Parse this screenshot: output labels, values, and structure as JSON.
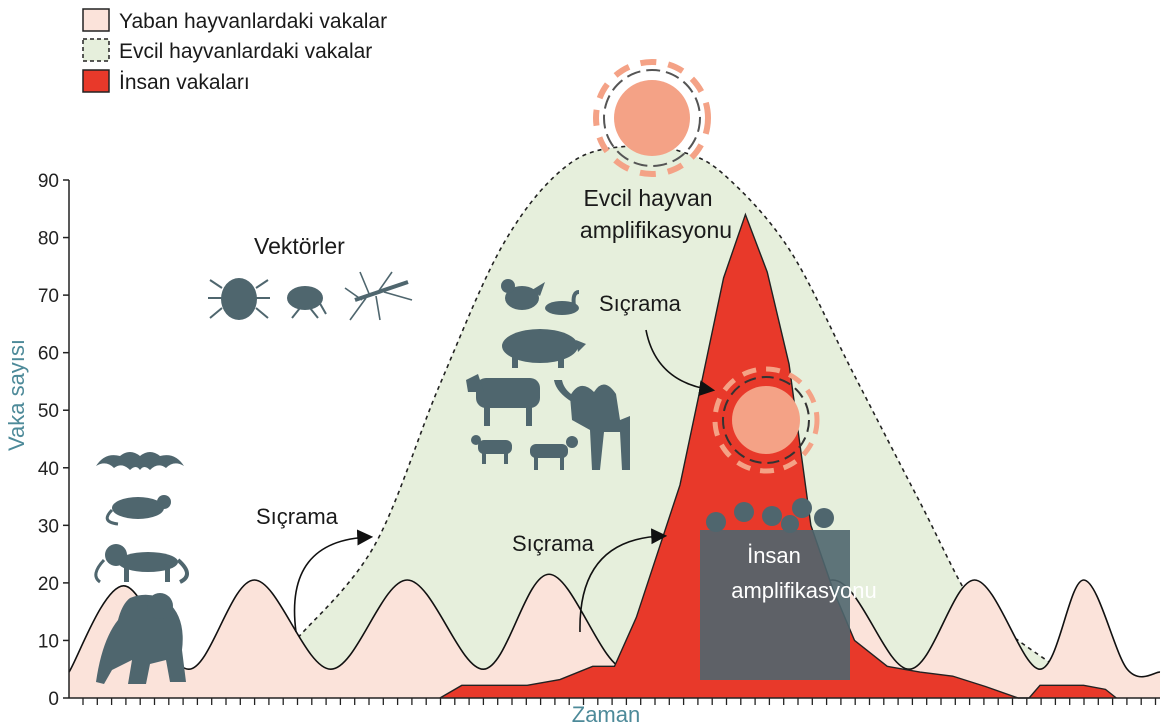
{
  "chart_data": {
    "type": "area",
    "xlabel": "Zaman",
    "ylabel": "Vaka sayısı",
    "ylim": [
      0,
      90
    ],
    "yticks": [
      0,
      10,
      20,
      30,
      40,
      50,
      60,
      70,
      80,
      90
    ],
    "xlim": [
      0,
      100
    ],
    "legend": {
      "placement": "top-left",
      "entries": [
        {
          "label": "Yaban hayvanlardaki vakalar",
          "color": "#fbe3da",
          "style": "solid"
        },
        {
          "label": "Evcil hayvanlardaki vakalar",
          "color": "#e6efdc",
          "style": "dashed"
        },
        {
          "label": "İnsan vakaları",
          "color": "#e8392a",
          "style": "solid"
        }
      ]
    },
    "series": [
      {
        "name": "Yaban hayvanlardaki vakalar",
        "color": "#fbe3da",
        "x": [
          0,
          5,
          11,
          17,
          24,
          31,
          38,
          44,
          51,
          57,
          62,
          70,
          77,
          83,
          89,
          93,
          97,
          100
        ],
        "y": [
          4.5,
          19.5,
          5,
          20.5,
          5,
          20.5,
          5,
          21.5,
          5,
          20.5,
          5,
          20.5,
          5,
          20.5,
          5,
          20.5,
          5,
          4.5
        ]
      },
      {
        "name": "Evcil hayvanlardaki vakalar",
        "color": "#e6efdc",
        "x": [
          21,
          28,
          34,
          40,
          46,
          52,
          56,
          60,
          66,
          72,
          78,
          83,
          87,
          92
        ],
        "y": [
          10.5,
          26.5,
          54.5,
          79.5,
          93,
          96,
          95,
          91,
          78,
          56,
          34,
          16,
          10,
          3.5
        ]
      },
      {
        "name": "İnsan vakaları",
        "color": "#e8392a",
        "x": [
          34,
          36,
          42,
          45,
          48,
          50,
          52,
          56,
          60,
          62,
          64,
          66,
          68,
          70,
          72,
          75,
          78,
          81,
          84,
          87,
          88,
          89,
          91,
          93,
          95,
          96
        ],
        "y": [
          0,
          2.2,
          2.2,
          3.2,
          5.5,
          5.5,
          14,
          37,
          73,
          84,
          74,
          58,
          30,
          19,
          10,
          5.5,
          4.5,
          3.8,
          2,
          0,
          0,
          2.2,
          2.2,
          2.2,
          1.5,
          0
        ]
      }
    ],
    "annotations": {
      "vectors": "Vektörler",
      "spill1": "Sıçrama",
      "spill2": "Sıçrama",
      "spill3": "Sıçrama",
      "domestic_amp_line1": "Evcil hayvan",
      "domestic_amp_line2": "amplifikasyonu",
      "human_amp_line1": "İnsan",
      "human_amp_line2": "amplifikasyonu"
    },
    "icons": [
      "bat-icon",
      "rat-icon",
      "monkey-icon",
      "gorilla-icon",
      "tick-icon",
      "flea-icon",
      "mosquito-icon",
      "chicken-icon",
      "duck-icon",
      "pig-icon",
      "cow-icon",
      "camel-icon",
      "goat-icon",
      "sheep-icon",
      "human-crowd-icon",
      "amplification-cycle-icon"
    ]
  }
}
